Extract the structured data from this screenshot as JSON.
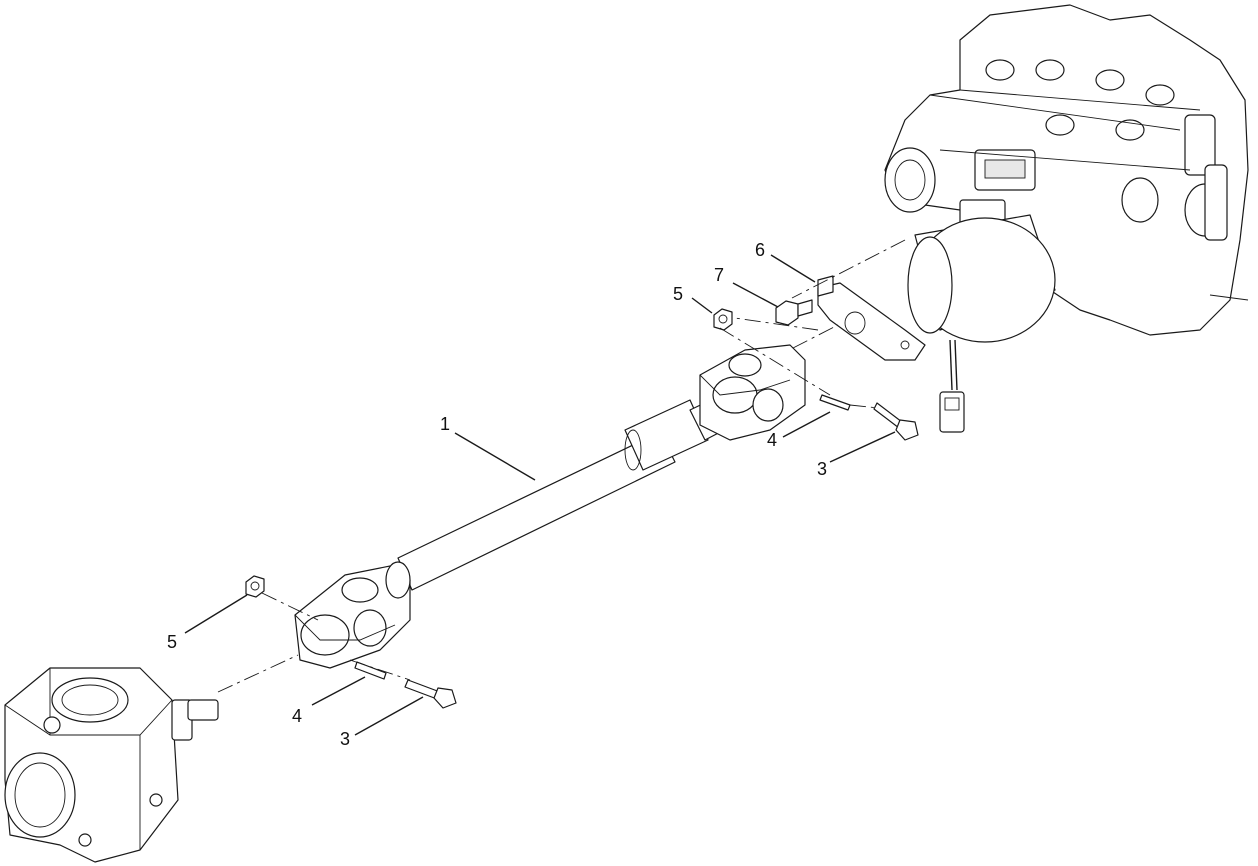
{
  "callouts": [
    {
      "id": "driveshaft",
      "label": "1"
    },
    {
      "id": "bolt-upper",
      "label": "3"
    },
    {
      "id": "bolt-lower",
      "label": "3"
    },
    {
      "id": "pin-upper",
      "label": "4"
    },
    {
      "id": "pin-lower",
      "label": "4"
    },
    {
      "id": "nut-upper",
      "label": "5"
    },
    {
      "id": "nut-lower",
      "label": "5"
    },
    {
      "id": "bracket",
      "label": "6"
    },
    {
      "id": "screw",
      "label": "7"
    }
  ]
}
